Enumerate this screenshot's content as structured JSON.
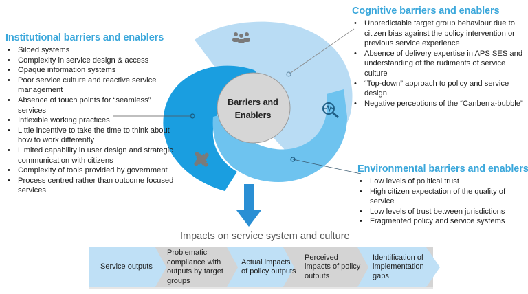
{
  "center": {
    "label_line1": "Barriers and",
    "label_line2": "Enablers"
  },
  "colors": {
    "heading": "#3aa7db",
    "institutional_ring": "#1a9ee0",
    "cognitive_ring": "#b9dcf4",
    "environmental_ring": "#6ec3ef",
    "center_circle": "#d6d6d6",
    "arrow": "#2a8fd4",
    "chevron_light": "#bfe0f6",
    "chevron_gray": "#d4d4d4"
  },
  "icons": {
    "cognitive": "people-group-icon",
    "institutional": "puzzle-piece-icon",
    "environmental": "magnifier-pulse-icon",
    "flow": "down-arrow-icon"
  },
  "institutional": {
    "heading": "Institutional barriers and enablers",
    "items": [
      "Siloed systems",
      "Complexity in service design & access",
      "Opaque information systems",
      "Poor service culture and reactive service management",
      "Absence of touch points for “seamless” services",
      "Inflexible working practices",
      "Little incentive to take the time to think about how to work differently",
      "Limited capability in user design and strategic communication with citizens",
      "Complexity of tools provided by government",
      "Process centred rather than outcome focused services"
    ]
  },
  "cognitive": {
    "heading": "Cognitive barriers and enablers",
    "items": [
      "Unpredictable target group behaviour due to citizen bias against the policy intervention or previous service experience",
      "Absence of delivery expertise in APS SES and understanding of the rudiments of service culture",
      "“Top-down” approach to policy and service design",
      "Negative perceptions of the “Canberra-bubble”"
    ]
  },
  "environmental": {
    "heading": "Environmental barriers and enablers",
    "items": [
      "Low levels of political trust",
      "High citizen expectation of the quality of service",
      "Low levels of trust between jurisdictions",
      "Fragmented policy and service systems"
    ]
  },
  "impacts": {
    "title": "Impacts on service system and culture",
    "steps": [
      "Service outputs",
      "Problematic compliance with outputs by target groups",
      "Actual impacts of policy outputs",
      "Perceived impacts of policy outputs",
      "Identification of implementation gaps"
    ]
  }
}
